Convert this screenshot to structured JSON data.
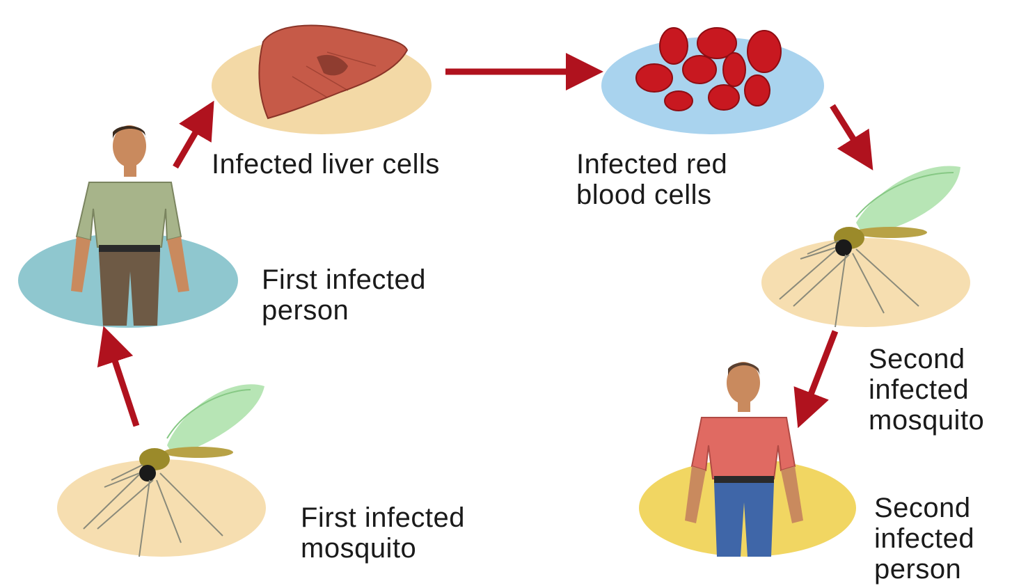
{
  "stages": {
    "first_person": "First infected\nperson",
    "liver": "Infected liver cells",
    "blood": "Infected red\nblood cells",
    "second_mosquito": "Second\ninfected\nmosquito",
    "second_person": "Second\ninfected\nperson",
    "first_mosquito": "First infected\nmosquito"
  },
  "colors": {
    "arrow": "#b0121e",
    "liver_disc": "#f3d9a6",
    "blood_disc": "#a9d3ee",
    "person1_disc": "#8fc7cf",
    "mosquito_disc": "#f6deb0",
    "person2_disc": "#f1d662",
    "rbc": "#c81820",
    "liver": "#c65a48",
    "shirt1": "#a7b48a",
    "pants1": "#6e5a45",
    "shirt2": "#e06a62",
    "pants2": "#3f66a8",
    "skin": "#c98a5e",
    "wing": "#9fdc9c",
    "mosquito_body": "#9b8a2a"
  },
  "icons": [
    "liver-icon",
    "red-blood-cells-icon",
    "man-icon",
    "mosquito-icon"
  ]
}
